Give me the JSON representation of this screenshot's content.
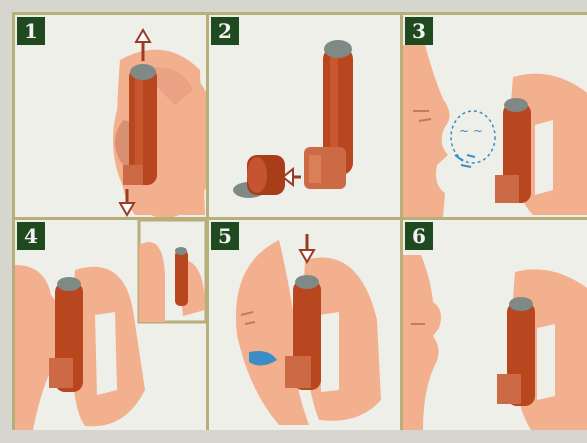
{
  "steps": [
    {
      "number": "1"
    },
    {
      "number": "2"
    },
    {
      "number": "3"
    },
    {
      "number": "4"
    },
    {
      "number": "5"
    },
    {
      "number": "6"
    }
  ],
  "colors": {
    "skin": "#f2b08f",
    "skin_dark": "#d98f72",
    "inhaler": "#b8461f",
    "inhaler_dark": "#8c2f12",
    "mouthpiece": "#cc6a45",
    "cap": "#7f8a86",
    "arrow": "#9a3b26",
    "spray": "#3a8dc6",
    "badge_bg": "#1f4a1f",
    "border": "#b7ae79"
  },
  "icons": [
    "hand-icon",
    "inhaler-icon",
    "arrow-icon",
    "face-icon",
    "spray-icon"
  ]
}
